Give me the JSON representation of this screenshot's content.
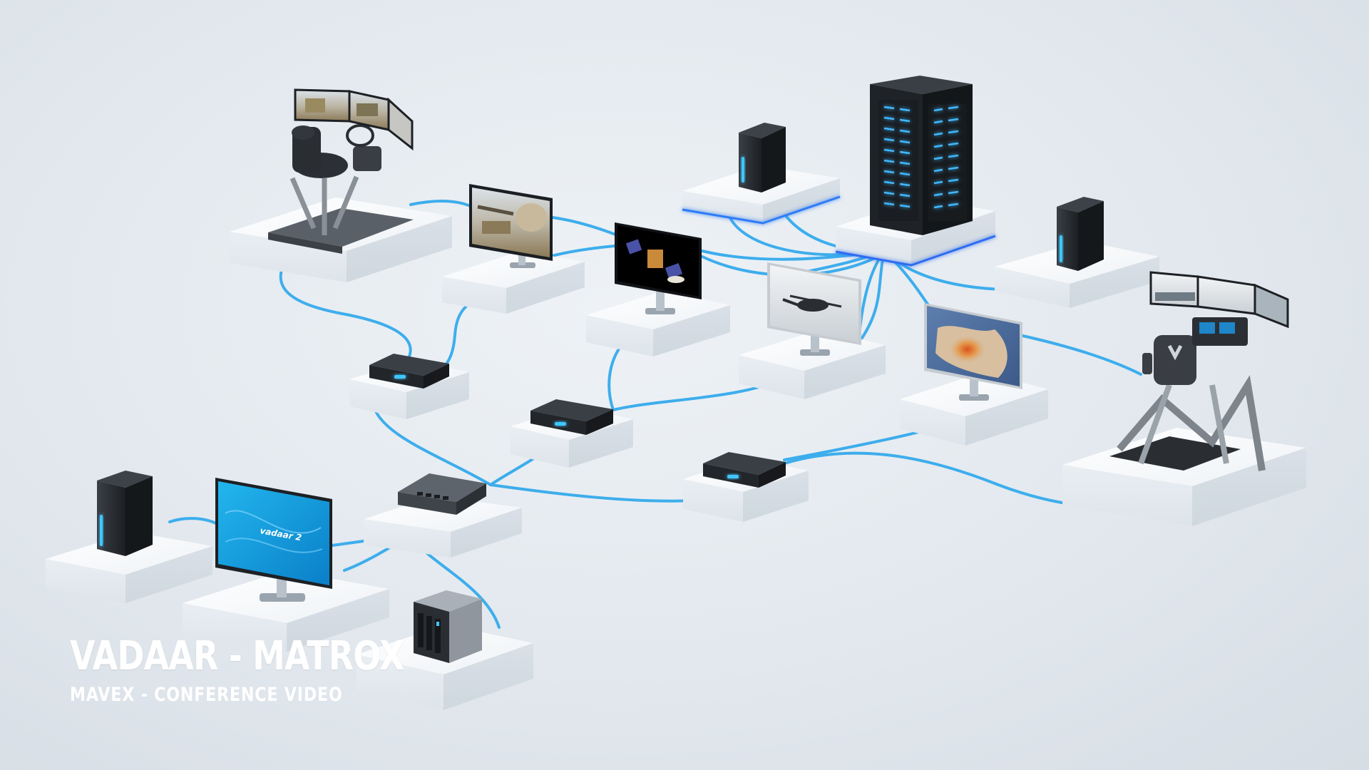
{
  "caption": {
    "title": "VADAAR - MATROX",
    "subtitle": "MAVEX - CONFERENCE VIDEO"
  },
  "workstation_screen_text": "vadaar 2",
  "colors": {
    "background": "#e3e9ef",
    "cable": "#2fa8ec",
    "led": "#3fc6ff",
    "platform": "#f7f9fb",
    "device": "#23272c"
  },
  "nodes": [
    {
      "id": "driving-simulator",
      "icon": "driving-simulator-icon"
    },
    {
      "id": "artillery-monitor",
      "icon": "monitor-artillery-icon"
    },
    {
      "id": "satellite-monitor",
      "icon": "monitor-satellite-icon"
    },
    {
      "id": "helicopter-monitor",
      "icon": "monitor-helicopter-icon"
    },
    {
      "id": "heatmap-monitor",
      "icon": "monitor-map-icon"
    },
    {
      "id": "server-rack",
      "icon": "server-rack-icon"
    },
    {
      "id": "pc-tower-top",
      "icon": "pc-tower-icon"
    },
    {
      "id": "pc-tower-right",
      "icon": "pc-tower-icon"
    },
    {
      "id": "flight-simulator",
      "icon": "flight-simulator-icon"
    },
    {
      "id": "encoder-left",
      "icon": "encoder-icon"
    },
    {
      "id": "encoder-center",
      "icon": "encoder-icon"
    },
    {
      "id": "encoder-right",
      "icon": "encoder-icon"
    },
    {
      "id": "network-switch",
      "icon": "network-switch-icon"
    },
    {
      "id": "pc-tower-bottom",
      "icon": "pc-tower-icon"
    },
    {
      "id": "vadaar-workstation",
      "icon": "monitor-vadaar-icon"
    },
    {
      "id": "nas-storage",
      "icon": "nas-storage-icon"
    }
  ]
}
